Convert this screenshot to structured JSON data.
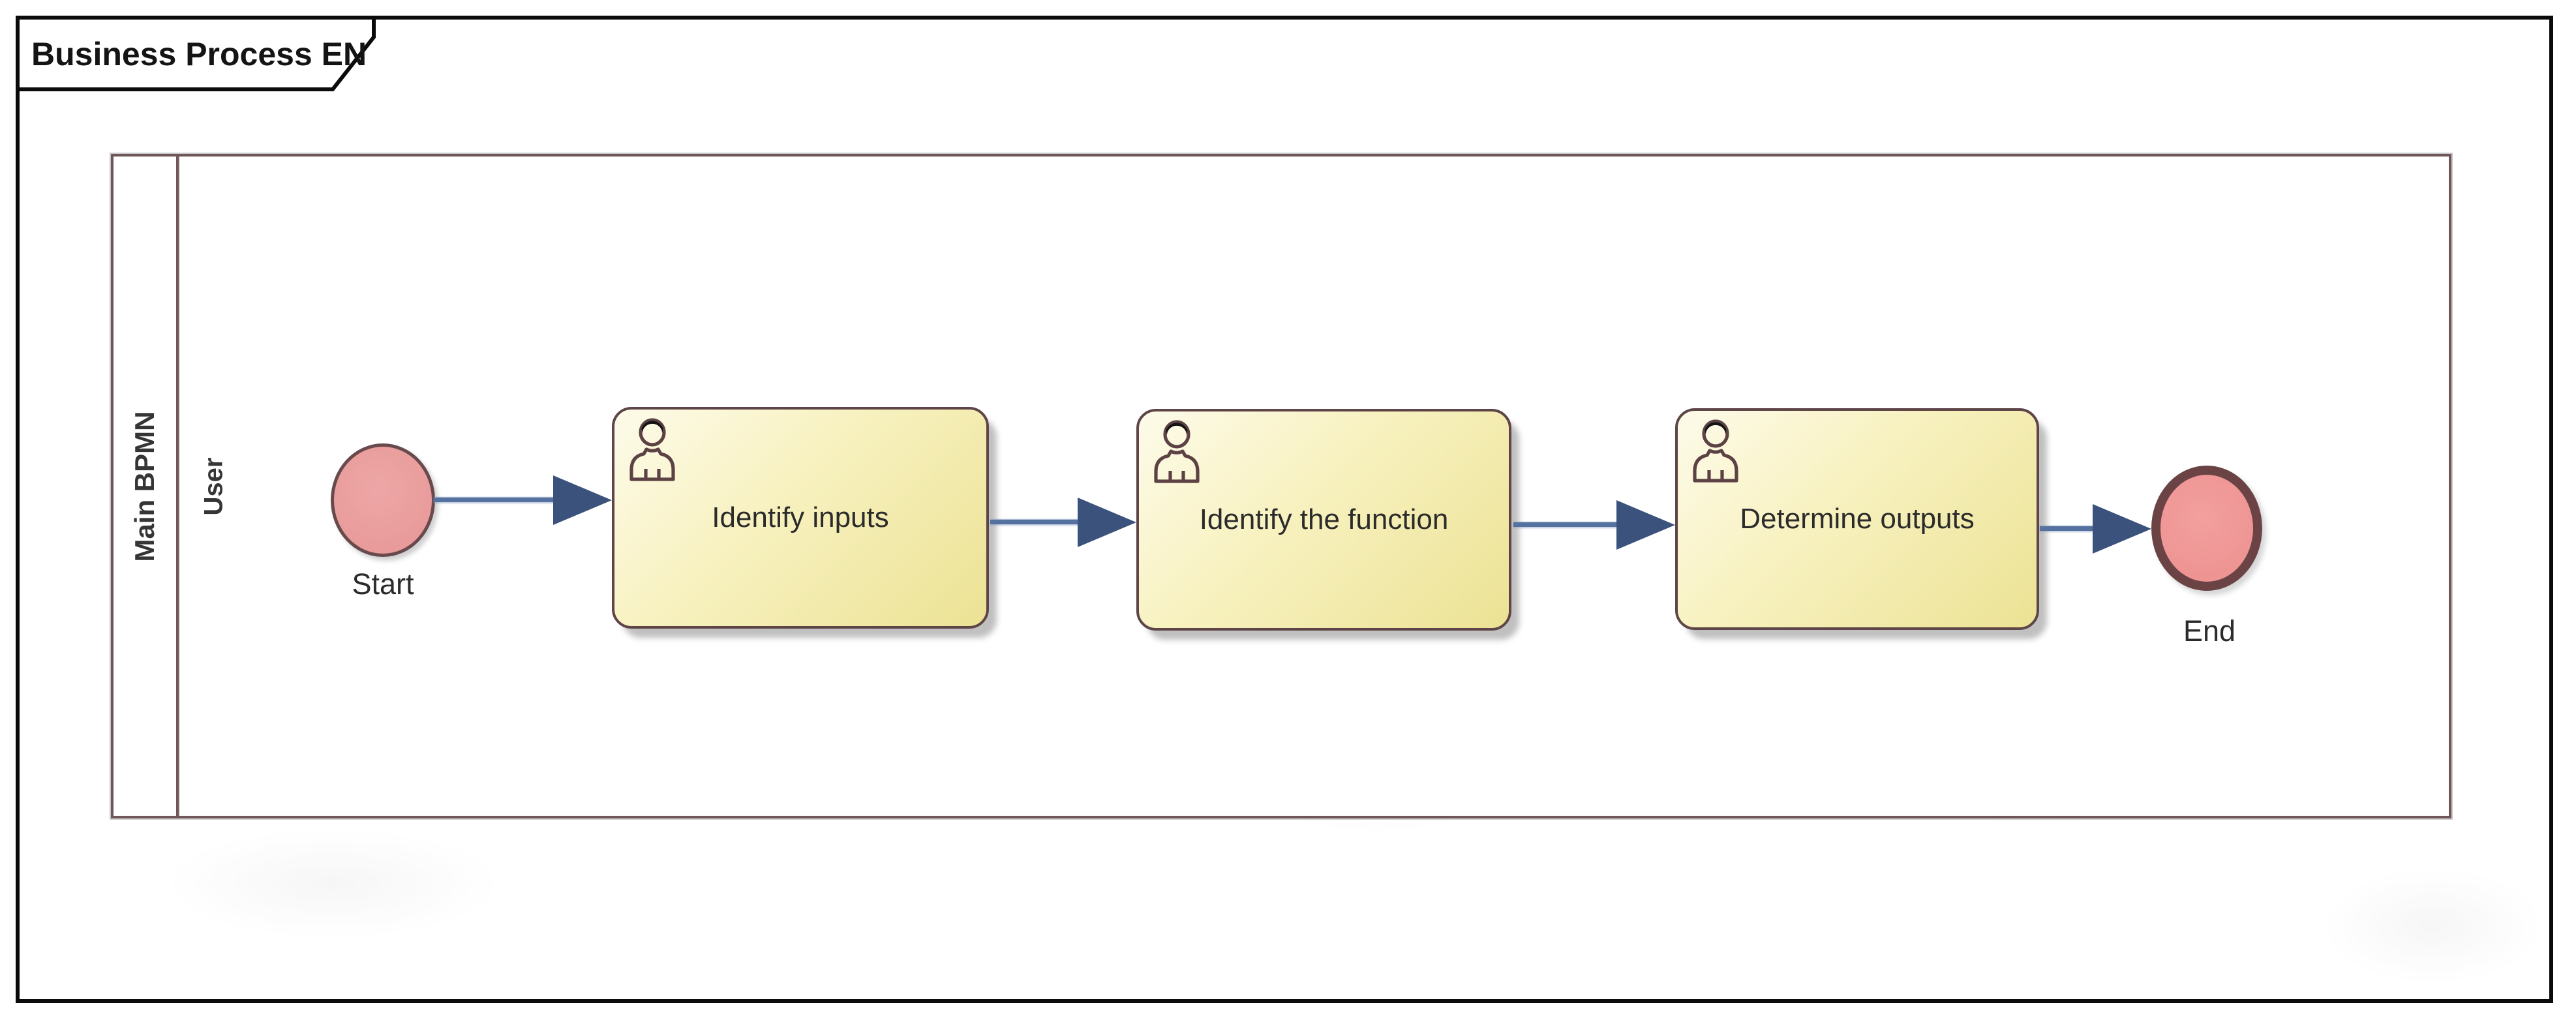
{
  "frame": {
    "title": "Business Process EN"
  },
  "pool": {
    "name": "Main BPMN",
    "lane": "User"
  },
  "flow": {
    "start_label": "Start",
    "end_label": "End",
    "tasks": [
      {
        "label": "Identify inputs"
      },
      {
        "label": "Identify the function"
      },
      {
        "label": "Determine outputs"
      }
    ]
  },
  "colors": {
    "frame_border": "#0b0b0b",
    "pool_border": "#6f5659",
    "task_border": "#5e4547",
    "task_fill_light": "#fdfbea",
    "task_fill_mid": "#f8f2c2",
    "task_fill_dark": "#ece294",
    "event_fill": "#e99b9b",
    "event_border": "#684a4d",
    "end_ring": "#6b4345",
    "connector_line": "#54719f",
    "connector_arrow": "#3a527c",
    "label_text": "#2b2b2b",
    "title_text": "#141414"
  }
}
